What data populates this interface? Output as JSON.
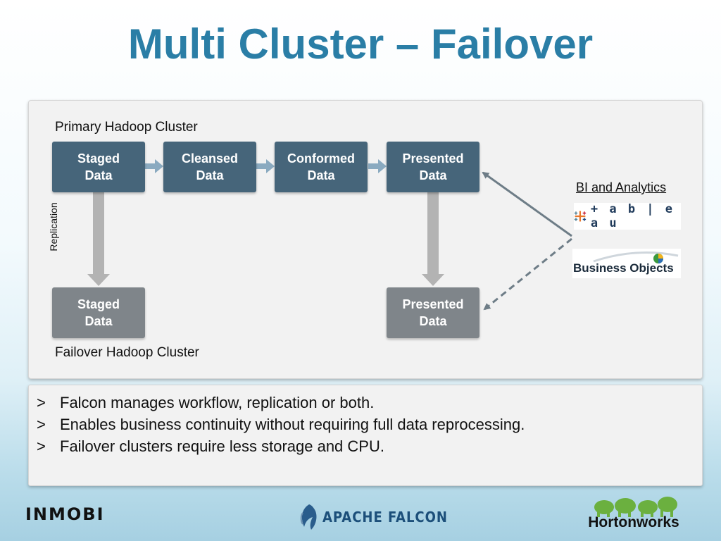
{
  "slide": {
    "title": "Multi Cluster – Failover"
  },
  "diagram": {
    "primary_label": "Primary Hadoop Cluster",
    "failover_label": "Failover Hadoop Cluster",
    "replication_label": "Replication",
    "primary_boxes": [
      {
        "line1": "Staged",
        "line2": "Data"
      },
      {
        "line1": "Cleansed",
        "line2": "Data"
      },
      {
        "line1": "Conformed",
        "line2": "Data"
      },
      {
        "line1": "Presented",
        "line2": "Data"
      }
    ],
    "failover_boxes": [
      {
        "line1": "Staged",
        "line2": "Data"
      },
      {
        "line1": "Presented",
        "line2": "Data"
      }
    ],
    "bi_label": "BI and Analytics",
    "bi_tools": [
      {
        "name": "tableau-logo",
        "text": "+ a b | e a u"
      },
      {
        "name": "business-objects-logo",
        "text": "Business Objects"
      }
    ],
    "colors": {
      "primary_box": "#46657a",
      "failover_box": "#7f858a",
      "flow_arrow": "#8aaac0",
      "replication_arrow": "#b3b3b3",
      "bi_arrow": "#6e7d87"
    }
  },
  "bullets": [
    {
      "mark": ">",
      "text": "Falcon manages workflow, replication or both."
    },
    {
      "mark": ">",
      "text": "Enables business continuity without requiring full data reprocessing."
    },
    {
      "mark": ">",
      "text": "Failover clusters require less storage and CPU."
    }
  ],
  "footer": {
    "left_logo": "INMOBI",
    "center_logo": "APACHE FALCON",
    "right_logo": "Hortonworks"
  }
}
